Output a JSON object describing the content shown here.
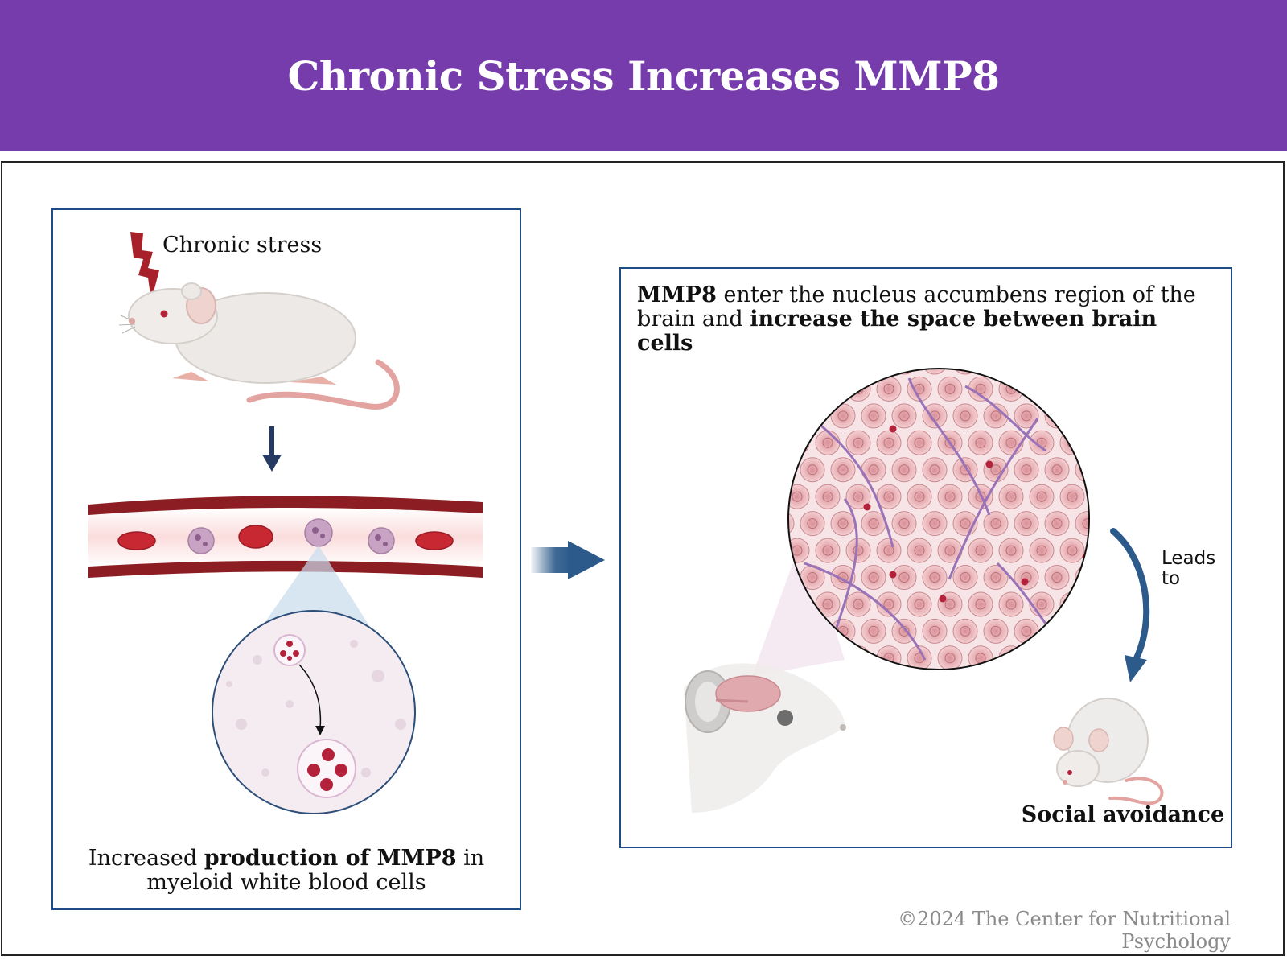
{
  "header": {
    "title": "Chronic Stress Increases MMP8"
  },
  "left_panel": {
    "stress_label": "Chronic stress",
    "caption": {
      "part1": "Increased ",
      "bold": "production of MMP8",
      "part2": " in",
      "line2": "myeloid white blood cells"
    }
  },
  "right_panel": {
    "caption": {
      "bold1": "MMP8",
      "part1": " enter the nucleus accumbens region of the",
      "part2": "brain and ",
      "bold2": "increase the space between brain cells"
    },
    "leads_to": {
      "line1": "Leads",
      "line2": "to"
    },
    "outcome": "Social avoidance"
  },
  "footer": {
    "copyright": "©2024 The Center for Nutritional Psychology"
  },
  "colors": {
    "header_bg": "#763cac",
    "panel_border": "#1f4c86",
    "arrow": "#2c5a8a",
    "blood_vessel": "#8c1d22",
    "red_cell": "#c72832",
    "mmp8_dot": "#b3223a",
    "brain_cell": "#e8b4b8"
  },
  "icons": [
    "lightning-bolt-icon",
    "mouse-illustration",
    "blood-vessel-illustration",
    "cell-zoom-illustration",
    "brain-tissue-illustration",
    "mouse-head-illustration",
    "curved-arrow-icon"
  ]
}
